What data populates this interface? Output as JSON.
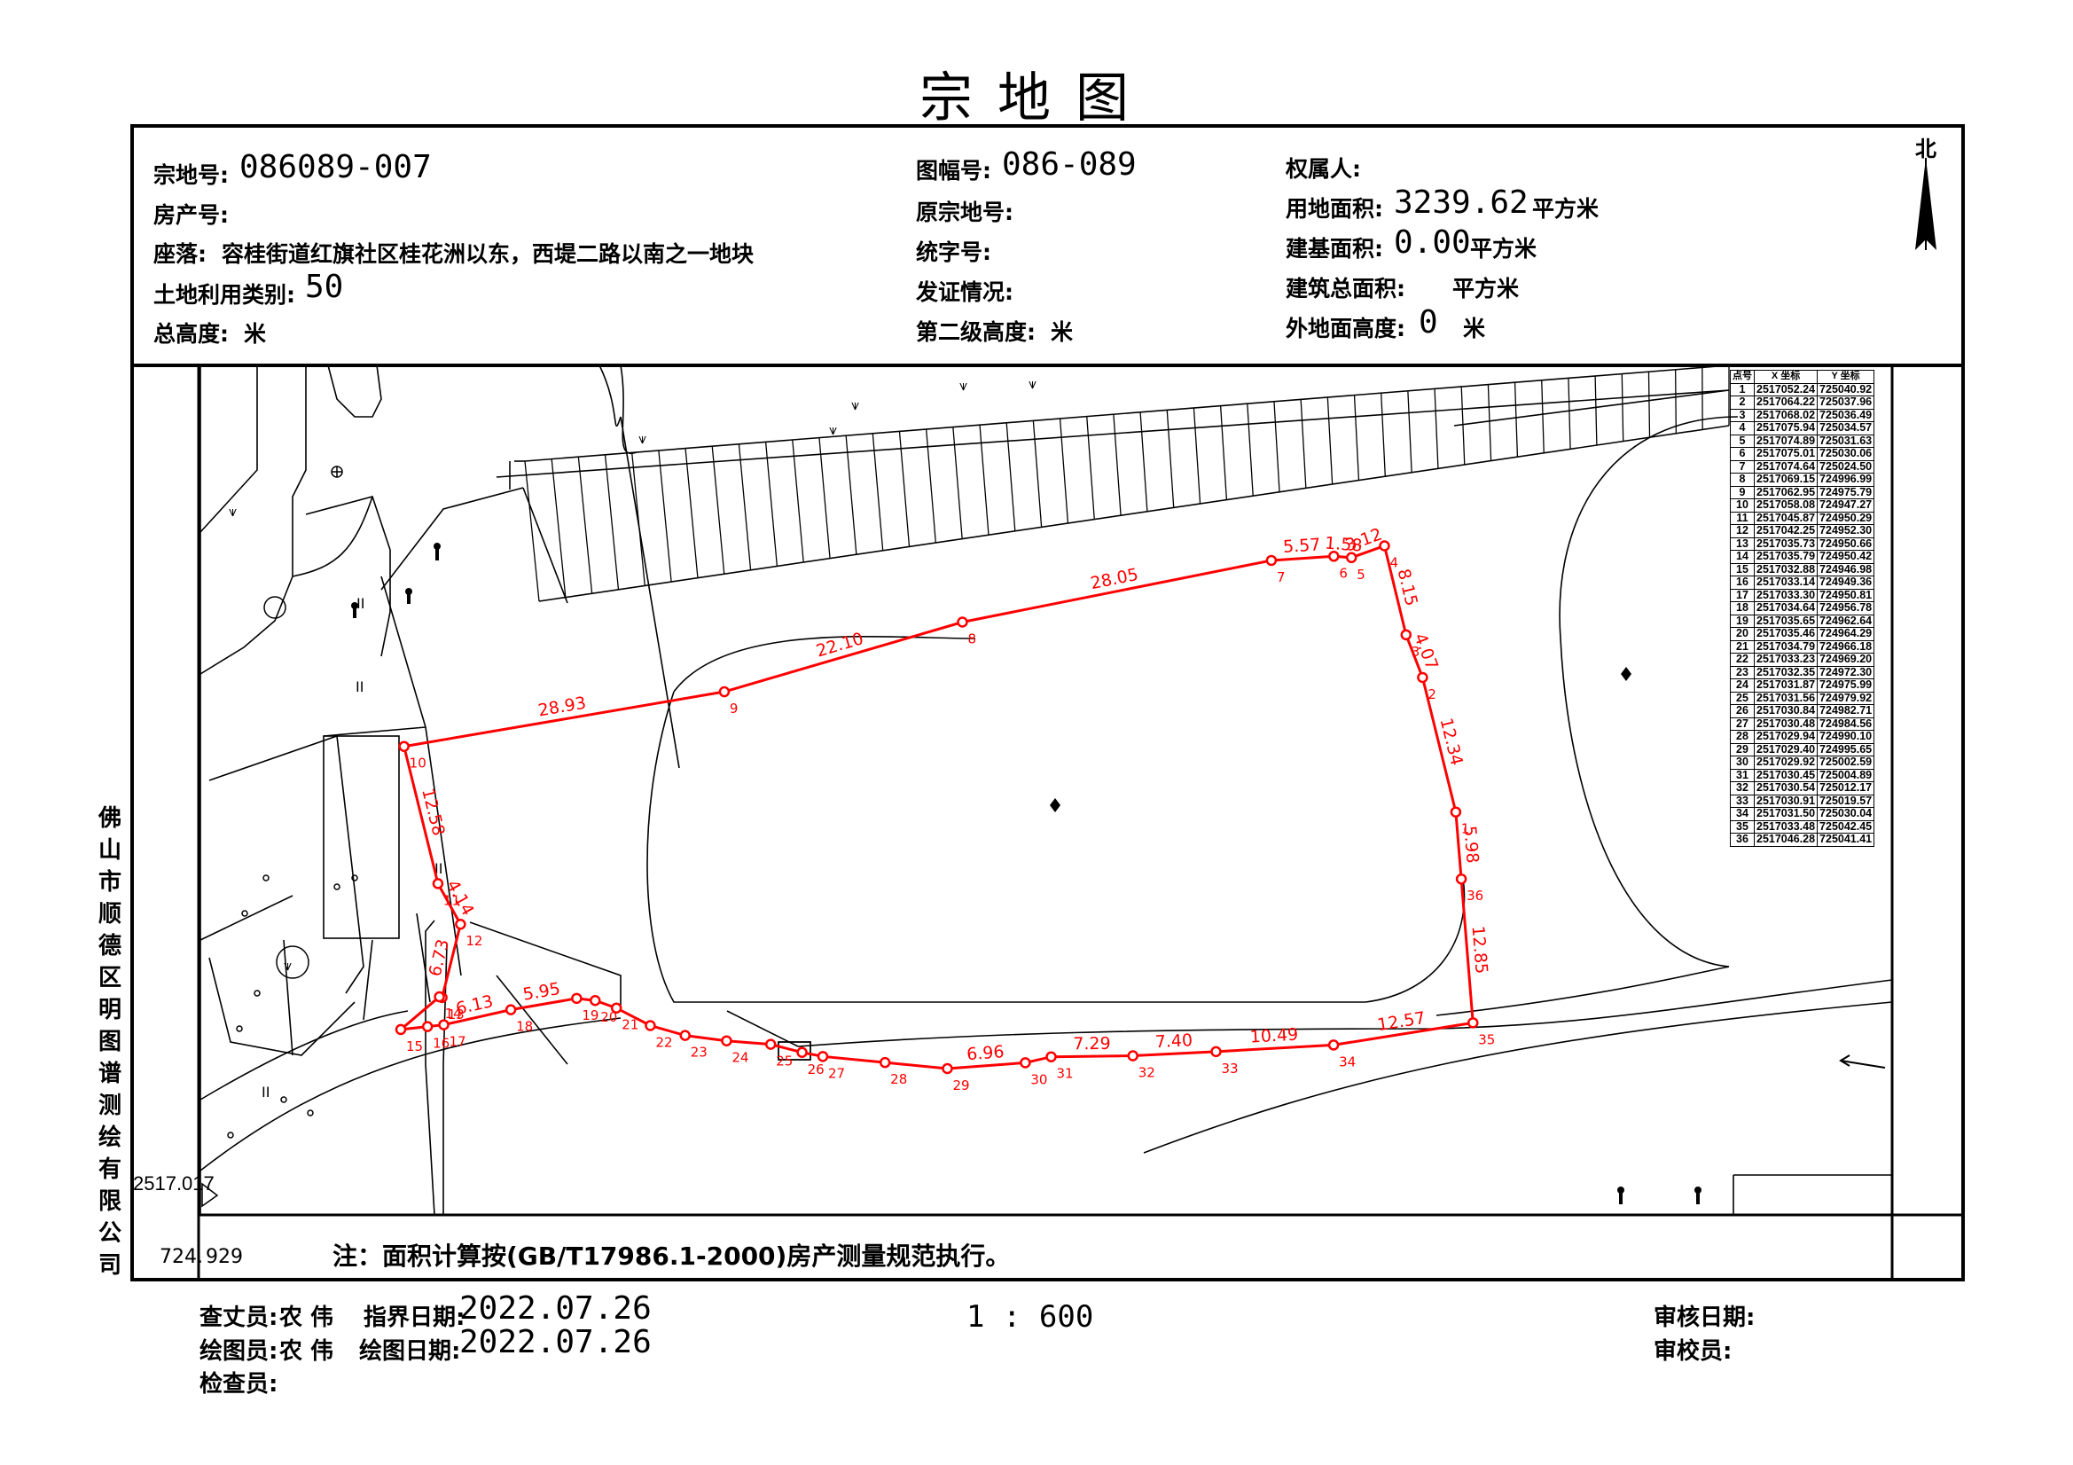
{
  "title": "宗地图",
  "header": {
    "parcel_no_label": "宗地号:",
    "parcel_no": "086089-007",
    "house_no_label": "房产号:",
    "location_label": "座落:",
    "location": "容桂街道红旗社区桂花洲以东，西堤二路以南之一地块",
    "land_use_label": "土地利用类别:",
    "land_use": "50",
    "total_height_label": "总高度:",
    "total_height_unit": "米",
    "sheet_no_label": "图幅号:",
    "sheet_no": "086-089",
    "orig_parcel_label": "原宗地号:",
    "unified_code_label": "统字号:",
    "cert_label": "发证情况:",
    "second_height_label": "第二级高度:",
    "second_height_unit": "米",
    "owner_label": "权属人:",
    "land_area_label": "用地面积:",
    "land_area": "3239.62",
    "land_area_unit": "平方米",
    "base_area_label": "建基面积:",
    "base_area": "0.00",
    "base_area_unit": "平方米",
    "floor_area_label": "建筑总面积:",
    "floor_area_unit": "平方米",
    "outer_height_label": "外地面高度:",
    "outer_height": "0",
    "outer_height_unit": "米"
  },
  "north_label": "北",
  "company": "佛山市顺德区明图谱测绘有限公司",
  "grid_labels": {
    "y_label": "2517.017",
    "x_label_a": "724.",
    "x_label_b": "929"
  },
  "note": "注：面积计算按(GB/T17986.1-2000)房产测量规范执行。",
  "footer": {
    "investigator_label": "查丈员:",
    "investigator": "农 伟",
    "boundary_date_label": "指界日期:",
    "boundary_date": "2022.07.26",
    "drafter_label": "绘图员:",
    "drafter": "农 伟",
    "draw_date_label": "绘图日期:",
    "draw_date": "2022.07.26",
    "checker_label": "检查员:",
    "scale": "1 : 600",
    "review_date_label": "审核日期:",
    "proofreader_label": "审校员:"
  },
  "coord_table": {
    "headers": [
      "点号",
      "X 坐标",
      "Y 坐标"
    ],
    "rows": [
      [
        "1",
        "2517052.24",
        "725040.92"
      ],
      [
        "2",
        "2517064.22",
        "725037.96"
      ],
      [
        "3",
        "2517068.02",
        "725036.49"
      ],
      [
        "4",
        "2517075.94",
        "725034.57"
      ],
      [
        "5",
        "2517074.89",
        "725031.63"
      ],
      [
        "6",
        "2517075.01",
        "725030.06"
      ],
      [
        "7",
        "2517074.64",
        "725024.50"
      ],
      [
        "8",
        "2517069.15",
        "724996.99"
      ],
      [
        "9",
        "2517062.95",
        "724975.79"
      ],
      [
        "10",
        "2517058.08",
        "724947.27"
      ],
      [
        "11",
        "2517045.87",
        "724950.29"
      ],
      [
        "12",
        "2517042.25",
        "724952.30"
      ],
      [
        "13",
        "2517035.73",
        "724950.66"
      ],
      [
        "14",
        "2517035.79",
        "724950.42"
      ],
      [
        "15",
        "2517032.88",
        "724946.98"
      ],
      [
        "16",
        "2517033.14",
        "724949.36"
      ],
      [
        "17",
        "2517033.30",
        "724950.81"
      ],
      [
        "18",
        "2517034.64",
        "724956.78"
      ],
      [
        "19",
        "2517035.65",
        "724962.64"
      ],
      [
        "20",
        "2517035.46",
        "724964.29"
      ],
      [
        "21",
        "2517034.79",
        "724966.18"
      ],
      [
        "22",
        "2517033.23",
        "724969.20"
      ],
      [
        "23",
        "2517032.35",
        "724972.30"
      ],
      [
        "24",
        "2517031.87",
        "724975.99"
      ],
      [
        "25",
        "2517031.56",
        "724979.92"
      ],
      [
        "26",
        "2517030.84",
        "724982.71"
      ],
      [
        "27",
        "2517030.48",
        "724984.56"
      ],
      [
        "28",
        "2517029.94",
        "724990.10"
      ],
      [
        "29",
        "2517029.40",
        "724995.65"
      ],
      [
        "30",
        "2517029.92",
        "725002.59"
      ],
      [
        "31",
        "2517030.45",
        "725004.89"
      ],
      [
        "32",
        "2517030.54",
        "725012.17"
      ],
      [
        "33",
        "2517030.91",
        "725019.57"
      ],
      [
        "34",
        "2517031.50",
        "725030.04"
      ],
      [
        "35",
        "2517033.48",
        "725042.45"
      ],
      [
        "36",
        "2517046.28",
        "725041.41"
      ]
    ]
  },
  "boundary": {
    "color": "#ff0000",
    "points": [
      {
        "id": "1",
        "x": 2517052.24,
        "y": 725040.92
      },
      {
        "id": "2",
        "x": 2517064.22,
        "y": 725037.96
      },
      {
        "id": "3",
        "x": 2517068.02,
        "y": 725036.49
      },
      {
        "id": "4",
        "x": 2517075.94,
        "y": 725034.57
      },
      {
        "id": "5",
        "x": 2517074.89,
        "y": 725031.63
      },
      {
        "id": "6",
        "x": 2517075.01,
        "y": 725030.06
      },
      {
        "id": "7",
        "x": 2517074.64,
        "y": 725024.5
      },
      {
        "id": "8",
        "x": 2517069.15,
        "y": 724996.99
      },
      {
        "id": "9",
        "x": 2517062.95,
        "y": 724975.79
      },
      {
        "id": "10",
        "x": 2517058.08,
        "y": 724947.27
      },
      {
        "id": "11",
        "x": 2517045.87,
        "y": 724950.29
      },
      {
        "id": "12",
        "x": 2517042.25,
        "y": 724952.3
      },
      {
        "id": "13",
        "x": 2517035.73,
        "y": 724950.66
      },
      {
        "id": "14",
        "x": 2517035.79,
        "y": 724950.42
      },
      {
        "id": "15",
        "x": 2517032.88,
        "y": 724946.98
      },
      {
        "id": "16",
        "x": 2517033.14,
        "y": 724949.36
      },
      {
        "id": "17",
        "x": 2517033.3,
        "y": 724950.81
      },
      {
        "id": "18",
        "x": 2517034.64,
        "y": 724956.78
      },
      {
        "id": "19",
        "x": 2517035.65,
        "y": 724962.64
      },
      {
        "id": "20",
        "x": 2517035.46,
        "y": 724964.29
      },
      {
        "id": "21",
        "x": 2517034.79,
        "y": 724966.18
      },
      {
        "id": "22",
        "x": 2517033.23,
        "y": 724969.2
      },
      {
        "id": "23",
        "x": 2517032.35,
        "y": 724972.3
      },
      {
        "id": "24",
        "x": 2517031.87,
        "y": 724975.99
      },
      {
        "id": "25",
        "x": 2517031.56,
        "y": 724979.92
      },
      {
        "id": "26",
        "x": 2517030.84,
        "y": 724982.71
      },
      {
        "id": "27",
        "x": 2517030.48,
        "y": 724984.56
      },
      {
        "id": "28",
        "x": 2517029.94,
        "y": 724990.1
      },
      {
        "id": "29",
        "x": 2517029.4,
        "y": 724995.65
      },
      {
        "id": "30",
        "x": 2517029.92,
        "y": 725002.59
      },
      {
        "id": "31",
        "x": 2517030.45,
        "y": 725004.89
      },
      {
        "id": "32",
        "x": 2517030.54,
        "y": 725012.17
      },
      {
        "id": "33",
        "x": 2517030.91,
        "y": 725019.57
      },
      {
        "id": "34",
        "x": 2517031.5,
        "y": 725030.04
      },
      {
        "id": "35",
        "x": 2517033.48,
        "y": 725042.45
      },
      {
        "id": "36",
        "x": 2517046.28,
        "y": 725041.41
      }
    ],
    "edge_lengths": [
      {
        "label": "28.93",
        "from": "9",
        "to": "10"
      },
      {
        "label": "22.10",
        "from": "8",
        "to": "9"
      },
      {
        "label": "28.05",
        "from": "7",
        "to": "8"
      },
      {
        "label": "5.57",
        "from": "6",
        "to": "7"
      },
      {
        "label": "1.58",
        "from": "5",
        "to": "6"
      },
      {
        "label": "3.12",
        "from": "4",
        "to": "5"
      },
      {
        "label": "8.15",
        "from": "3",
        "to": "4"
      },
      {
        "label": "4.07",
        "from": "2",
        "to": "3"
      },
      {
        "label": "12.34",
        "from": "1",
        "to": "2"
      },
      {
        "label": "5.98",
        "from": "36",
        "to": "1"
      },
      {
        "label": "12.85",
        "from": "35",
        "to": "36"
      },
      {
        "label": "12.57",
        "from": "34",
        "to": "35"
      },
      {
        "label": "10.49",
        "from": "33",
        "to": "34"
      },
      {
        "label": "7.40",
        "from": "32",
        "to": "33"
      },
      {
        "label": "7.29",
        "from": "31",
        "to": "32"
      },
      {
        "label": "6.96",
        "from": "29",
        "to": "30"
      },
      {
        "label": "5.95",
        "from": "18",
        "to": "19"
      },
      {
        "label": "6.13",
        "from": "17",
        "to": "18"
      },
      {
        "label": "6.73",
        "from": "12",
        "to": "13"
      },
      {
        "label": "4.14",
        "from": "11",
        "to": "12"
      },
      {
        "label": "12.58",
        "from": "10",
        "to": "11"
      }
    ]
  }
}
